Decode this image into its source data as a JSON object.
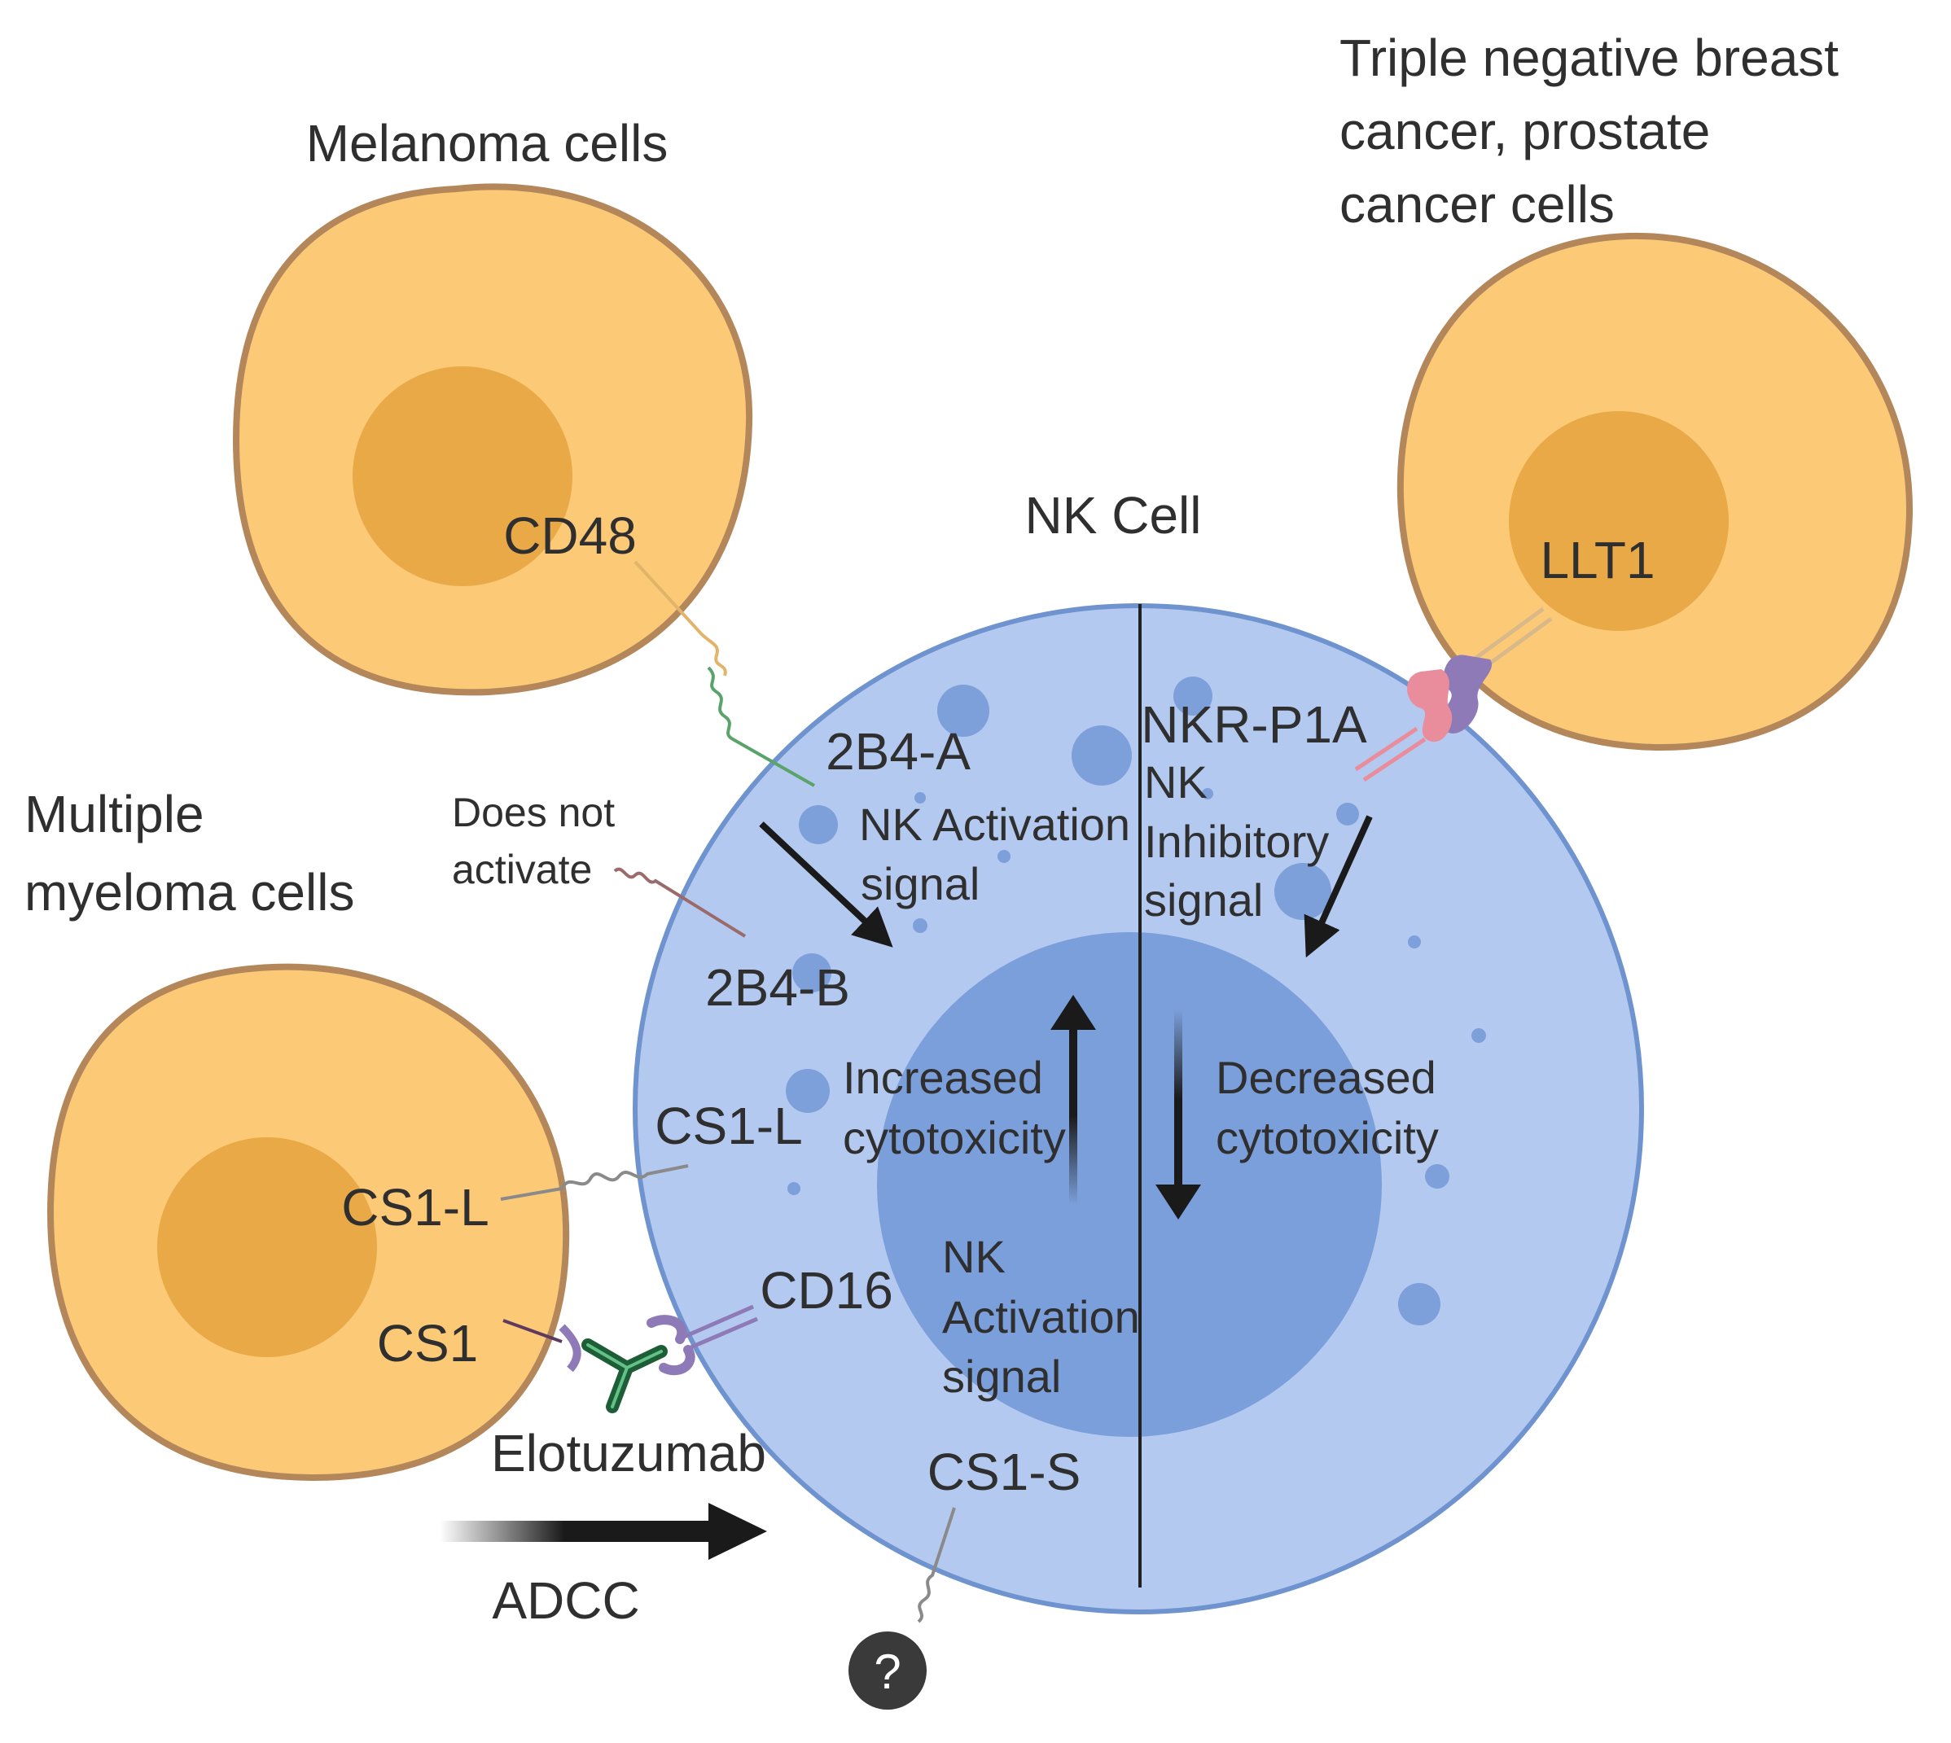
{
  "colors": {
    "tumor_fill": "#fcc977",
    "tumor_border": "#b3875a",
    "tumor_nucleus": "#e9a947",
    "nk_fill": "#b4c9ef",
    "nk_border": "#6e93cf",
    "nk_nucleus": "#7b9fdb",
    "vesicle": "#7d9fda",
    "arrow": "#1a1a1a",
    "antibody": "#1d5e36",
    "receptor_purple": "#8f7ab8",
    "receptor_pink": "#e98d9c",
    "question_bg": "#3a3a3a"
  },
  "cells": {
    "melanoma": {
      "title": "Melanoma cells",
      "ligand": "CD48"
    },
    "tnbc": {
      "title_lines": [
        "Triple negative breast",
        "cancer, prostate",
        "cancer cells"
      ],
      "ligand": "LLT1"
    },
    "myeloma": {
      "title_lines": [
        "Multiple",
        "myeloma cells"
      ],
      "ligand_l": "CS1-L",
      "ligand": "CS1"
    },
    "nk": {
      "title": "NK Cell"
    }
  },
  "labels": {
    "b4a": "2B4-A",
    "b4b": "2B4-B",
    "does_not_activate": [
      "Does not",
      "activate"
    ],
    "nk_activation": [
      "NK Activation",
      "signal"
    ],
    "nkr_p1a": "NKR-P1A",
    "nk_inhibitory": [
      "NK",
      "Inhibitory",
      "signal"
    ],
    "increased": [
      "Increased",
      "cytotoxicity"
    ],
    "decreased": [
      "Decreased",
      "cytotoxicity"
    ],
    "cs1l_nk": "CS1-L",
    "cd16": "CD16",
    "nk_activation_2": [
      "NK",
      "Activation",
      "signal"
    ],
    "elotuzumab": "Elotuzumab",
    "cs1s": "CS1-S",
    "adcc": "ADCC",
    "question": "?"
  }
}
